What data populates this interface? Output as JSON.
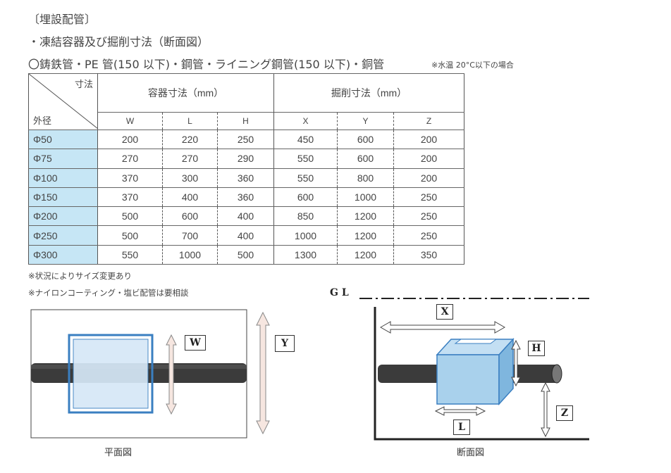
{
  "headings": {
    "section": "〔埋設配管〕",
    "subtitle": "・凍結容器及び掘削寸法（断面図）",
    "pipe_types": "〇鋳鉄管・PE 管(150 以下)・鋼管・ライニング鋼管(150 以下)・銅管",
    "water_temp_note": "※水温 20°C以下の場合"
  },
  "table": {
    "corner_top": "寸法",
    "corner_bottom": "外径",
    "group_container": "容器寸法（mm）",
    "group_excavation": "掘削寸法（mm）",
    "columns": [
      "W",
      "L",
      "H",
      "X",
      "Y",
      "Z"
    ],
    "rows": [
      {
        "label": "Φ50",
        "values": [
          "200",
          "220",
          "250",
          "450",
          "600",
          "200"
        ]
      },
      {
        "label": "Φ75",
        "values": [
          "270",
          "270",
          "290",
          "550",
          "600",
          "200"
        ]
      },
      {
        "label": "Φ100",
        "values": [
          "370",
          "300",
          "360",
          "550",
          "800",
          "200"
        ]
      },
      {
        "label": "Φ150",
        "values": [
          "370",
          "400",
          "360",
          "600",
          "1000",
          "250"
        ]
      },
      {
        "label": "Φ200",
        "values": [
          "500",
          "600",
          "400",
          "850",
          "1200",
          "250"
        ]
      },
      {
        "label": "Φ250",
        "values": [
          "500",
          "700",
          "400",
          "1000",
          "1200",
          "250"
        ]
      },
      {
        "label": "Φ300",
        "values": [
          "550",
          "1000",
          "500",
          "1300",
          "1200",
          "350"
        ]
      }
    ]
  },
  "notes": {
    "size_change": "※状況によりサイズ変更あり",
    "nylon_note": "※ナイロンコーティング・塩ビ配管は要相談"
  },
  "plan_view": {
    "caption": "平面図",
    "label_w": "W",
    "label_y": "Y"
  },
  "section_view": {
    "caption": "断面図",
    "gl_label": "G L",
    "label_x": "X",
    "label_h": "H",
    "label_l": "L",
    "label_z": "Z"
  },
  "colors": {
    "row_label_bg": "#c6e6f5",
    "container_fill": "#a9d1ec",
    "container_border": "#3a7fc1",
    "pipe": "#3b3b3b",
    "arrow_fill": "#f6e6e0"
  }
}
